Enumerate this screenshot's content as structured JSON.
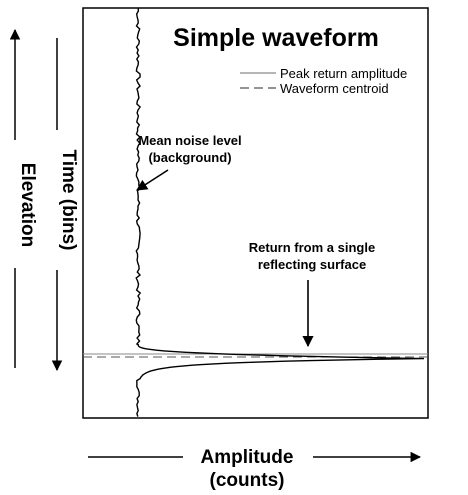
{
  "chart_data": {
    "type": "line",
    "title": "Simple waveform",
    "xlabel": "Amplitude",
    "xlabel_units": "(counts)",
    "ylabel": "Time (bins)",
    "ylabel_outer": "Elevation",
    "grid": false,
    "legend_position": "top-right",
    "legend": [
      {
        "label": "Peak return amplitude",
        "style": "solid",
        "color": "#8a8a8a"
      },
      {
        "label": "Waveform centroid",
        "style": "dashed",
        "color": "#555555"
      }
    ],
    "annotations": [
      {
        "text_lines": [
          "Mean noise level",
          "(background)"
        ]
      },
      {
        "text_lines": [
          "Return from a single",
          "reflecting surface"
        ]
      }
    ],
    "series": [
      {
        "style": "solid",
        "color": "#000000",
        "baseline_noise_level": 0.16,
        "peak_amplitude": 1.0,
        "peak_time_fraction": 0.855,
        "decay_after_peak": "rapid"
      }
    ]
  }
}
